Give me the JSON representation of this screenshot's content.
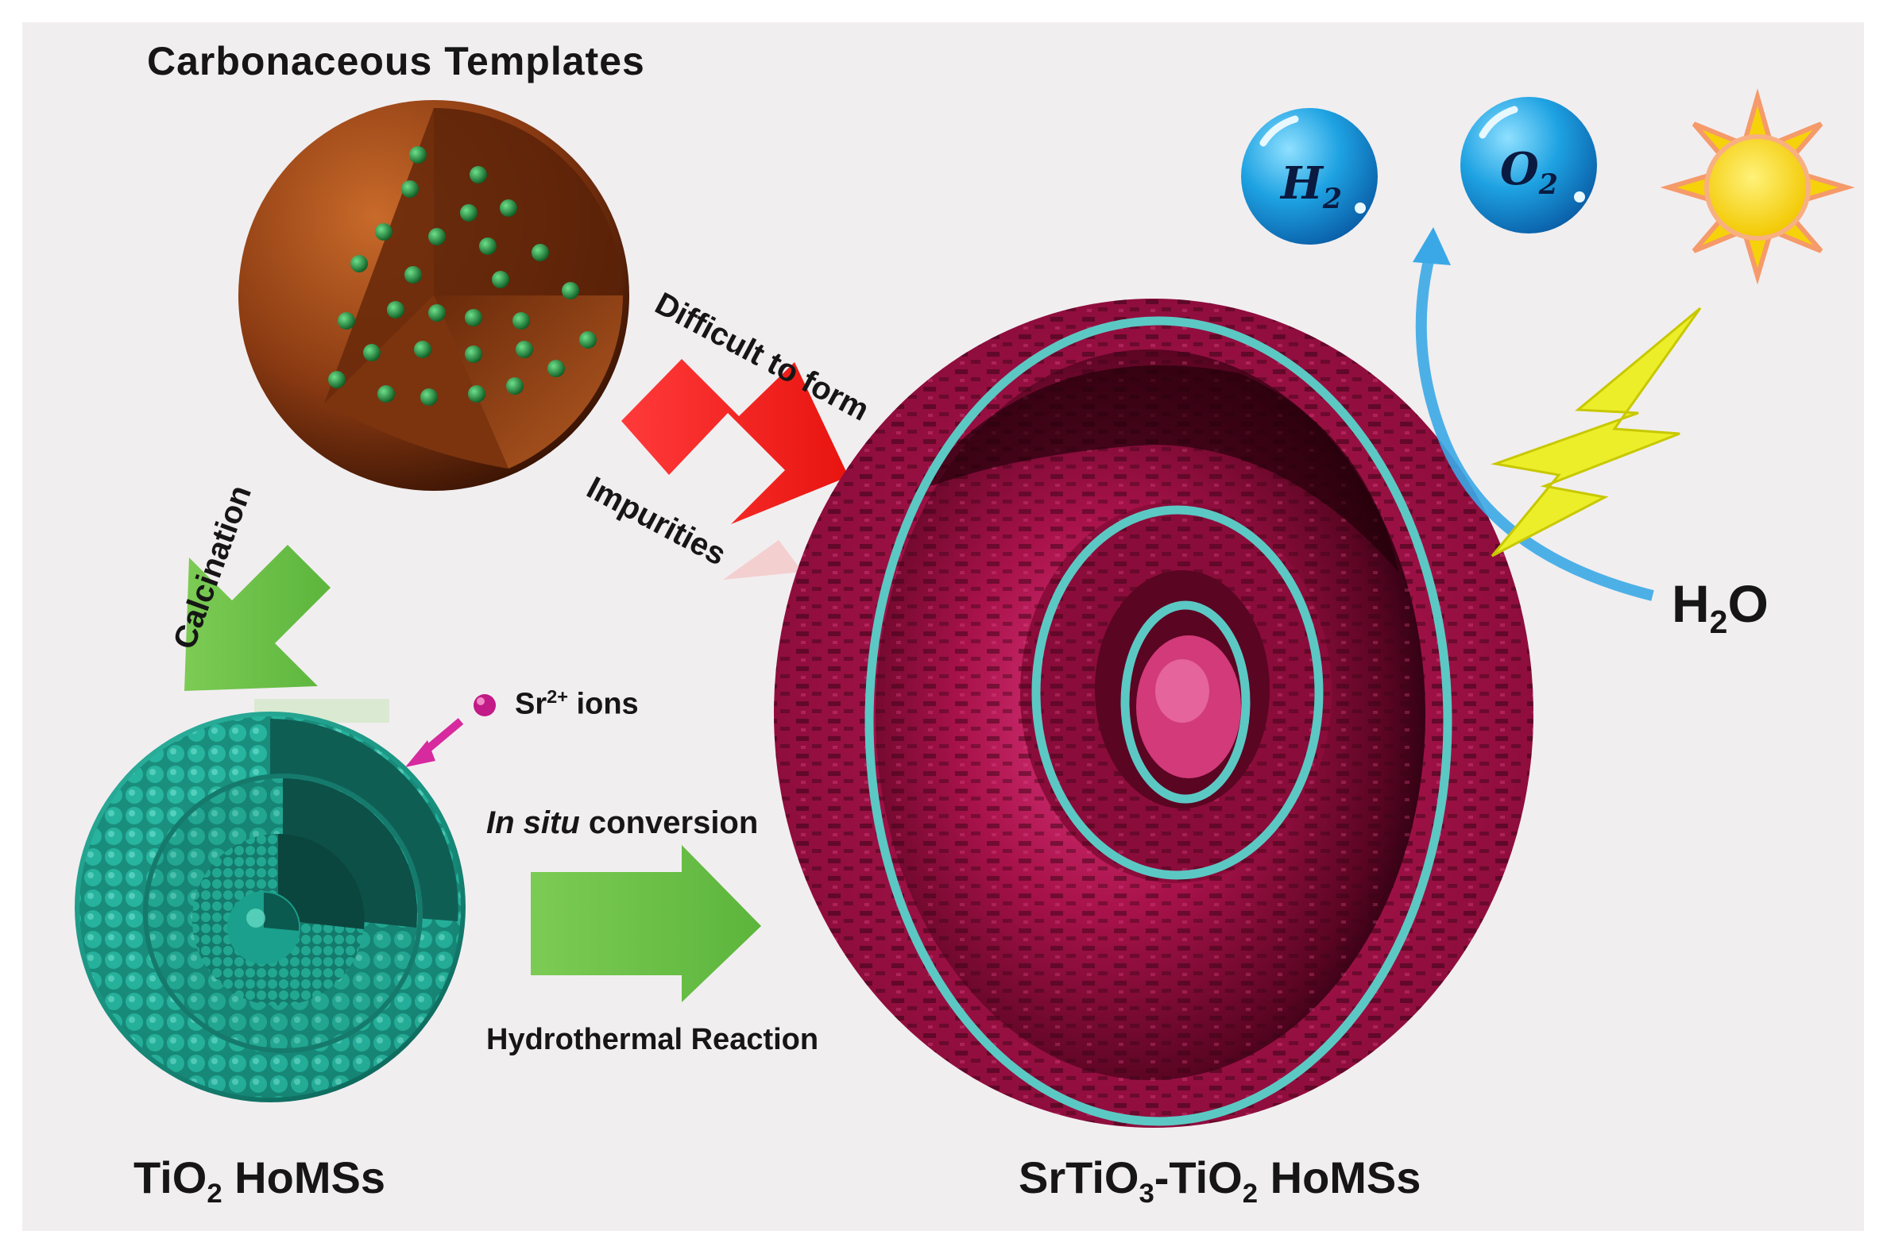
{
  "labels": {
    "carbonaceous_templates": "Carbonaceous Templates",
    "difficult_to_form": "Difficult to form",
    "impurities": "Impurities",
    "calcination": "Calcination",
    "sr_ions_main": "Sr",
    "sr_ions_sup": "2+",
    "sr_ions_tail": " ions",
    "in_situ": "In situ",
    "conversion": " conversion",
    "hydrothermal_reaction": "Hydrothermal Reaction",
    "tio2_main": "TiO",
    "tio2_sub": "2",
    "tio2_tail": " HoMSs",
    "srtio_main": "SrTiO",
    "srtio_sub1": "3",
    "srtio_mid": "-TiO",
    "srtio_sub2": "2",
    "srtio_tail": " HoMSs",
    "h2o_main": "H",
    "h2o_sub": "2",
    "h2o_tail": "O",
    "h2_main": "H",
    "h2_sub": "2",
    "o2_main": "O",
    "o2_sub": "2"
  },
  "colors": {
    "carbon_sphere": "#8a3a12",
    "dopant_dots": "#1e8a3c",
    "tio2_sphere": "#1fa592",
    "srtio_sphere": "#b0164f",
    "shell_rings": "#5cc8c4",
    "red_arrow": "#f4201e",
    "green_arrow": "#69bf4a",
    "blue_arrow": "#3aa8e6",
    "bubble": "#1496dc",
    "sun": "#f5d20a",
    "lightning": "#e9e81c"
  },
  "icons": [
    "carbon-template-sphere-icon",
    "tio2-homs-sphere-icon",
    "srtio3-tio2-homs-sphere-icon",
    "h2-bubble-icon",
    "o2-bubble-icon",
    "sun-icon",
    "lightning-icon",
    "sr-ion-icon"
  ]
}
